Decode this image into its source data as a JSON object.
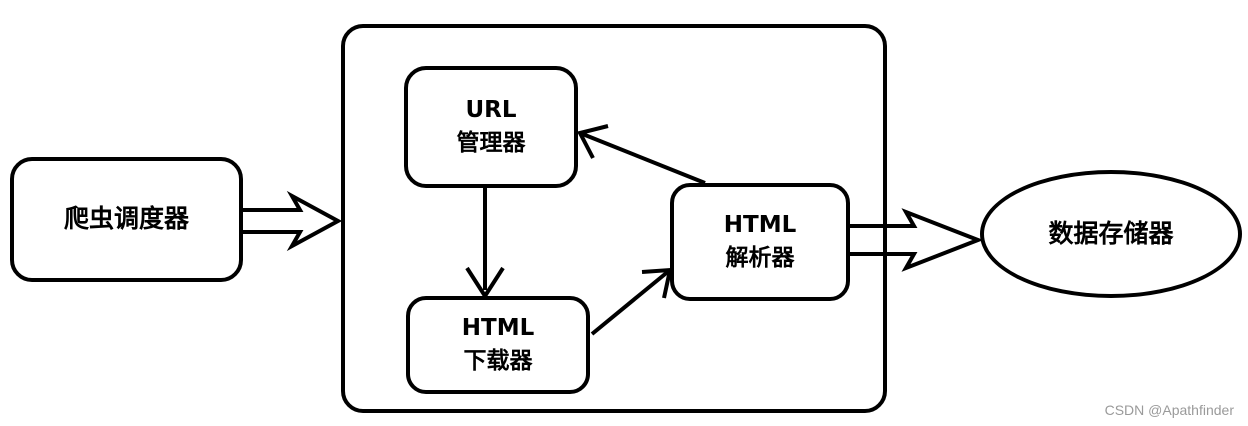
{
  "diagram": {
    "nodes": {
      "scheduler": {
        "label": "爬虫调度器"
      },
      "url_manager": {
        "line1": "URL",
        "line2": "管理器"
      },
      "downloader": {
        "line1": "HTML",
        "line2": "下载器"
      },
      "parser": {
        "line1": "HTML",
        "line2": "解析器"
      },
      "storage": {
        "label": "数据存储器"
      }
    },
    "edges": [
      {
        "from": "scheduler",
        "to": "container",
        "style": "double-hollow-arrow"
      },
      {
        "from": "url_manager",
        "to": "downloader",
        "style": "arrow"
      },
      {
        "from": "downloader",
        "to": "parser",
        "style": "arrow"
      },
      {
        "from": "parser",
        "to": "url_manager",
        "style": "arrow"
      },
      {
        "from": "parser",
        "to": "storage",
        "style": "double-hollow-arrow"
      }
    ]
  },
  "watermark": "CSDN @Apathfinder",
  "colors": {
    "stroke": "#000000",
    "background": "#ffffff",
    "watermark": "#9a9a9a"
  }
}
